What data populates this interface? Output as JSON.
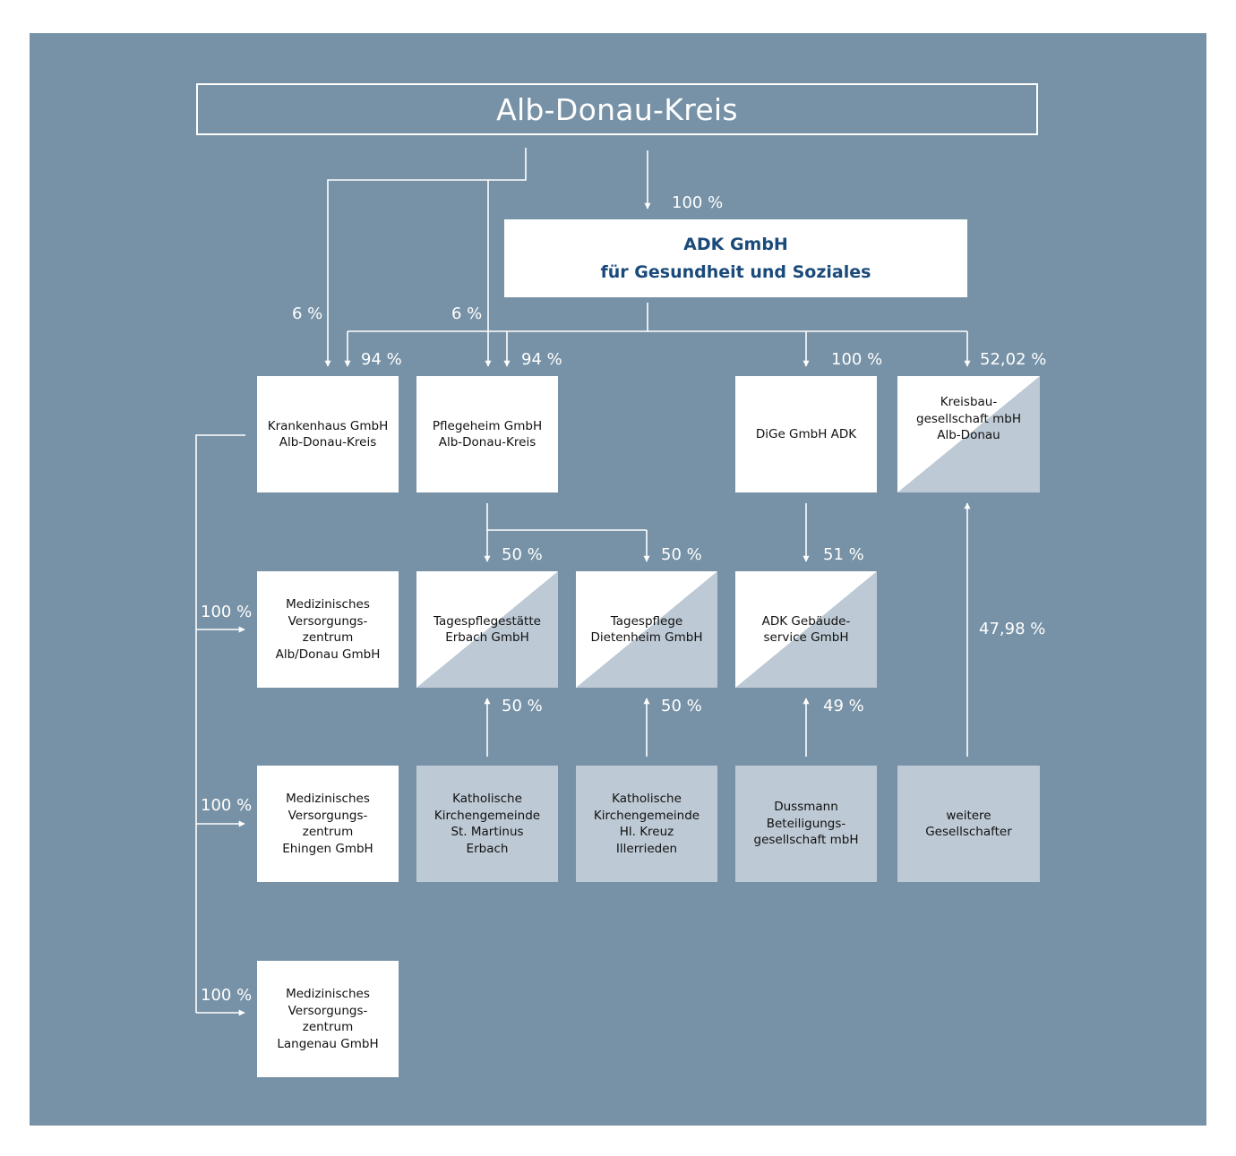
{
  "root": {
    "label": "Alb-Donau-Kreis"
  },
  "adk": {
    "label": "ADK GmbH\nfür Gesundheit und Soziales"
  },
  "nodes": {
    "krankenhaus": "Krankenhaus GmbH\nAlb-Donau-Kreis",
    "pflegeheim": "Pflegeheim GmbH\nAlb-Donau-Kreis",
    "dige": "DiGe GmbH ADK",
    "kreisbau": "Kreisbau-\ngesellschaft mbH\nAlb-Donau",
    "mvz_albdonau": "Medizinisches\nVersorgungs-\nzentrum\nAlb/Donau GmbH",
    "tagespflege_erbach": "Tagespflegestätte\nErbach GmbH",
    "tagespflege_dietenheim": "Tagespflege\nDietenheim GmbH",
    "adk_gebaeude": "ADK Gebäude-\nservice GmbH",
    "mvz_ehingen": "Medizinisches\nVersorgungs-\nzentrum\nEhingen GmbH",
    "kath_erbach": "Katholische\nKirchengemeinde\nSt. Martinus\nErbach",
    "kath_illerrieden": "Katholische\nKirchengemeinde\nHl. Kreuz\nIllerrieden",
    "dussmann": "Dussmann\nBeteiligungs-\ngesellschaft mbH",
    "weitere": "weitere\nGesellschafter",
    "mvz_langenau": "Medizinisches\nVersorgungs-\nzentrum\nLangenau GmbH"
  },
  "shares": {
    "adk_from_root": "100 %",
    "krankenhaus_from_root": "6 %",
    "pflegeheim_from_root": "6 %",
    "krankenhaus_from_adk": "94 %",
    "pflegeheim_from_adk": "94 %",
    "dige_from_adk": "100 %",
    "kreisbau_from_adk": "52,02 %",
    "erbach_from_pflegeheim": "50 %",
    "dietenheim_from_pflegeheim": "50 %",
    "gebaeude_from_dige": "51 %",
    "kreisbau_from_weitere": "47,98 %",
    "erbach_from_kath": "50 %",
    "dietenheim_from_kath": "50 %",
    "gebaeude_from_dussmann": "49 %",
    "mvz_albdonau": "100 %",
    "mvz_ehingen": "100 %",
    "mvz_langenau": "100 %"
  }
}
